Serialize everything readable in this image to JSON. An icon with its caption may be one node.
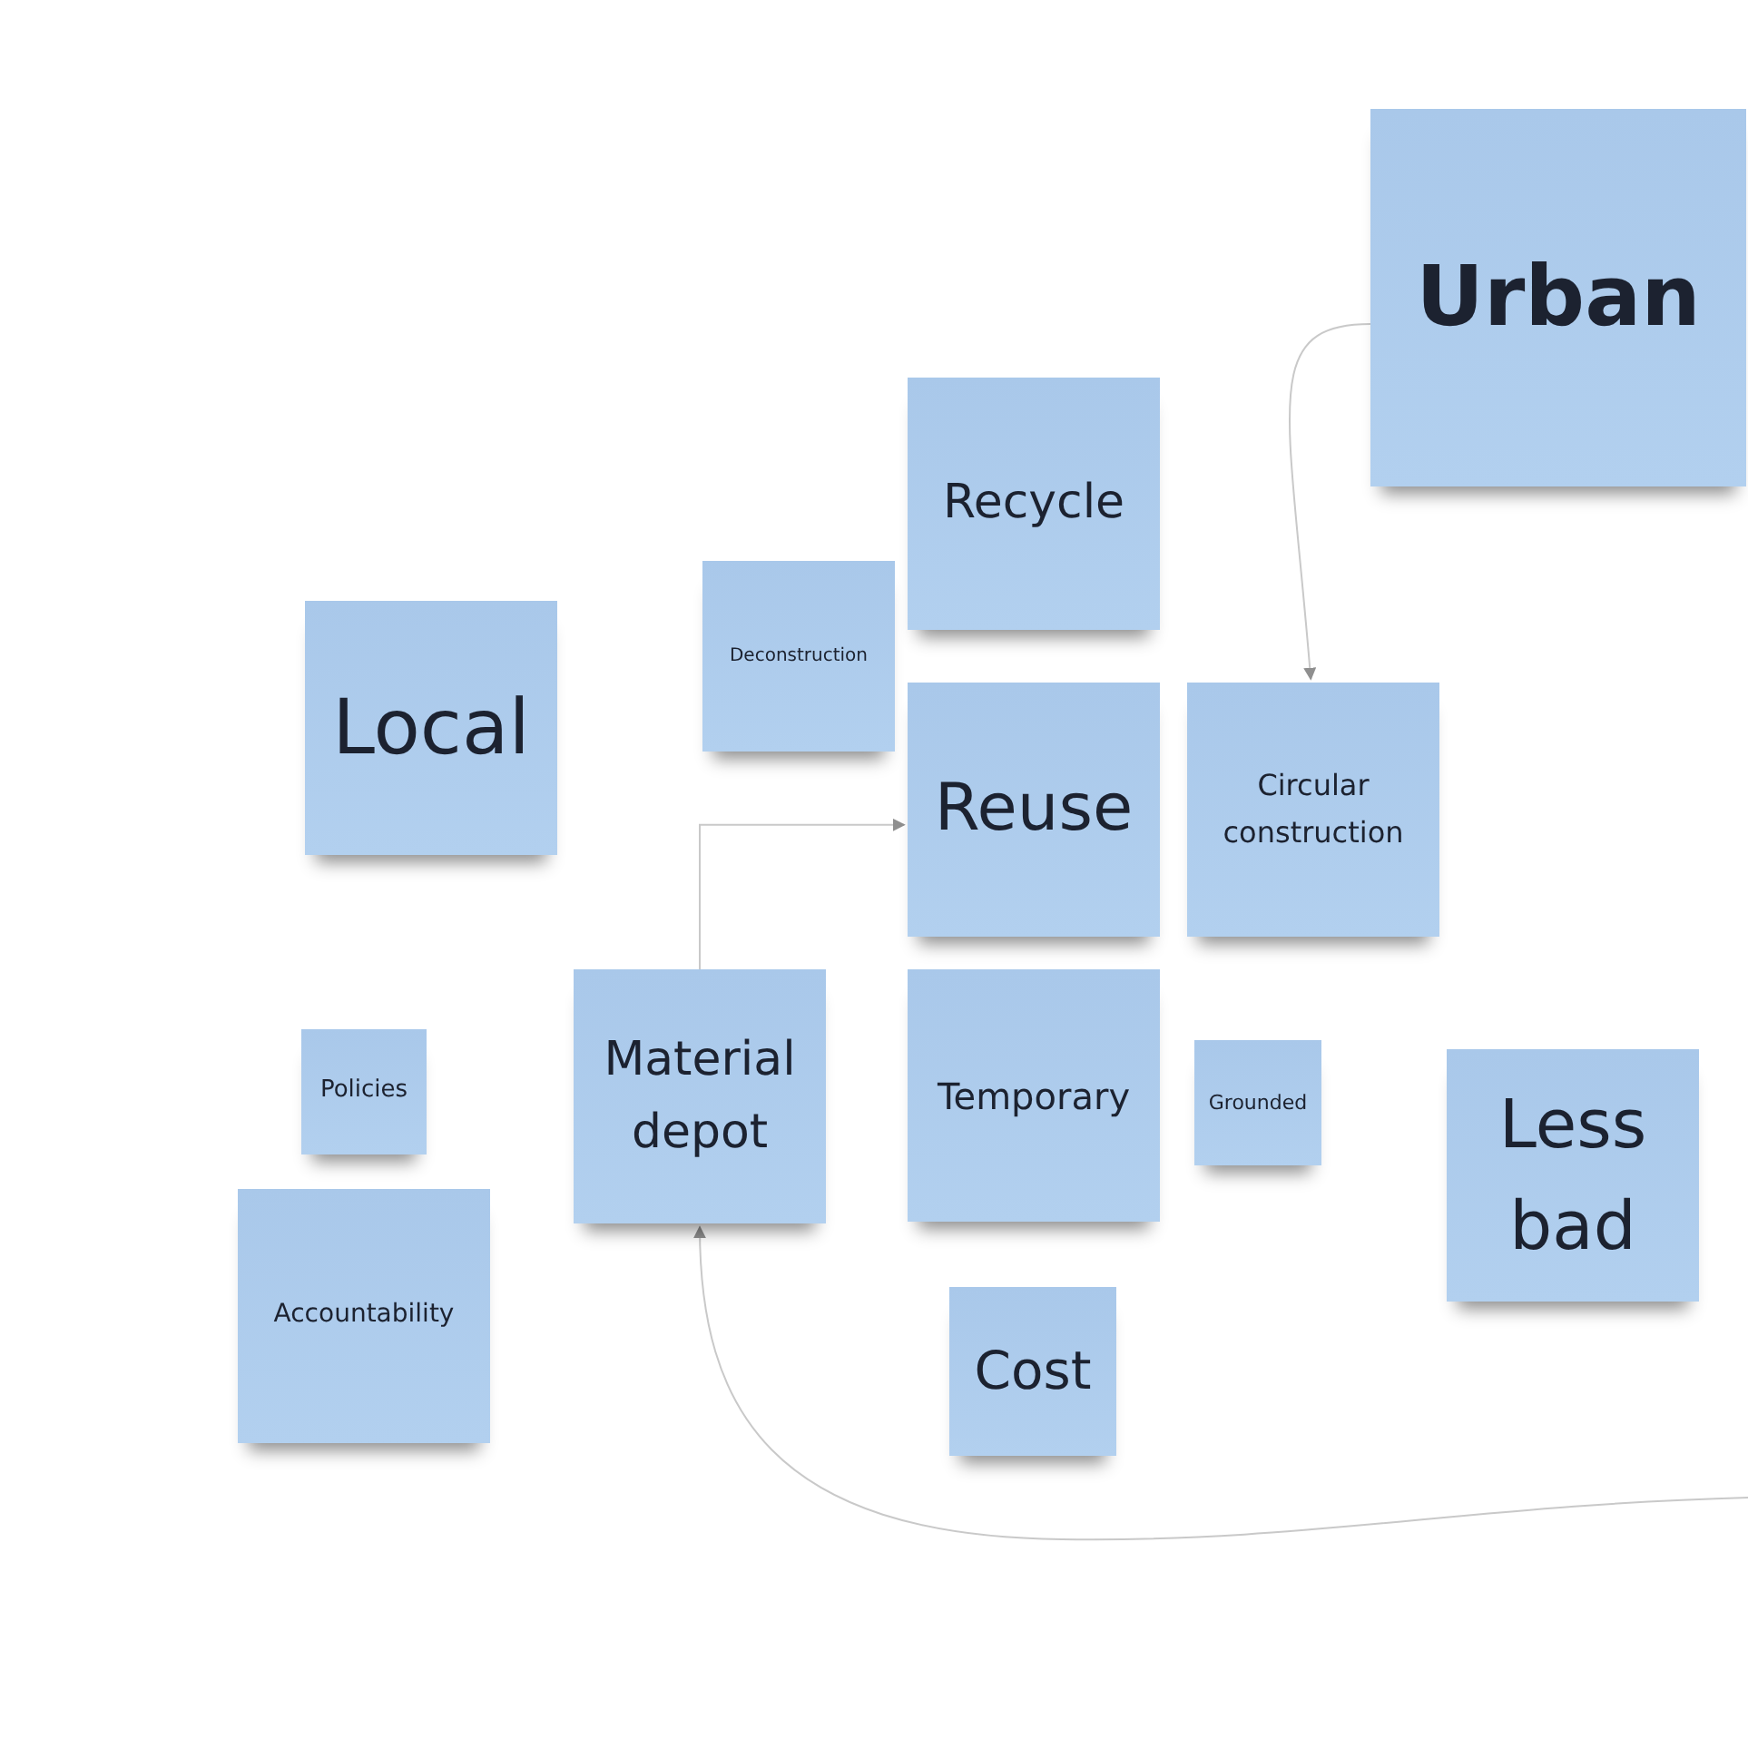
{
  "diagram": {
    "nodes": [
      {
        "text": [
          "Urban"
        ]
      },
      {
        "text": [
          "Recycle"
        ]
      },
      {
        "text": [
          "Deconstruction"
        ]
      },
      {
        "text": [
          "Local"
        ]
      },
      {
        "text": [
          "Reuse"
        ]
      },
      {
        "text": [
          "Circular construction"
        ]
      },
      {
        "text": [
          "Policies"
        ]
      },
      {
        "text": [
          "Material depot"
        ]
      },
      {
        "text": [
          "Temporary"
        ]
      },
      {
        "text": [
          "Grounded"
        ]
      },
      {
        "text": [
          "Less bad"
        ]
      },
      {
        "text": [
          "Accountability"
        ]
      },
      {
        "text": [
          "Cost"
        ]
      }
    ],
    "edges": [
      {
        "from": 0,
        "to": 5,
        "arrow": "to"
      },
      {
        "from": 7,
        "to": 4,
        "arrow": "to"
      },
      {
        "from": null,
        "to": 7,
        "arrow": "to"
      }
    ]
  }
}
